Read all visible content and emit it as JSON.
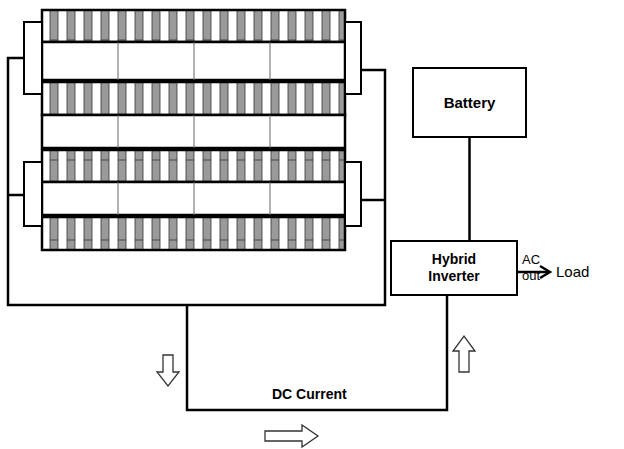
{
  "diagram": {
    "nodes": [
      {
        "text": [
          "Battery"
        ]
      },
      {
        "text": [
          "Hybrid Inverter"
        ]
      }
    ],
    "edges": [
      {
        "from": 0,
        "to": 1,
        "arrow": "none"
      }
    ],
    "labels": [
      "DC Current",
      "AC out",
      "Load"
    ]
  }
}
